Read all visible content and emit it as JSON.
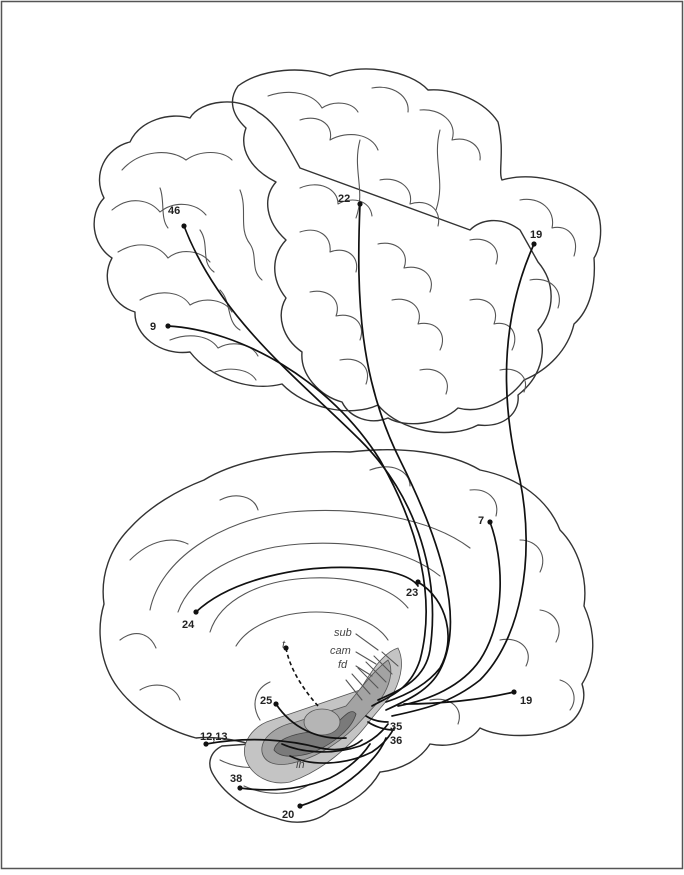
{
  "labels": {
    "a46": "46",
    "a22": "22",
    "a19_top": "19",
    "a9": "9",
    "a7": "7",
    "a23": "23",
    "a24": "24",
    "a25": "25",
    "a12_13": "12,13",
    "a38": "38",
    "a20": "20",
    "a35": "35",
    "a36": "36",
    "a19_bottom": "19",
    "t": "t",
    "sub": "sub",
    "cam": "cam",
    "fd": "fd",
    "ih": "ih"
  },
  "colors": {
    "frame": "#555555",
    "outline": "#333333",
    "fiber": "#111111",
    "hippo_dark": "#7a7a7a",
    "hippo_mid": "#a3a3a3",
    "hippo_light": "#c4c4c4"
  }
}
